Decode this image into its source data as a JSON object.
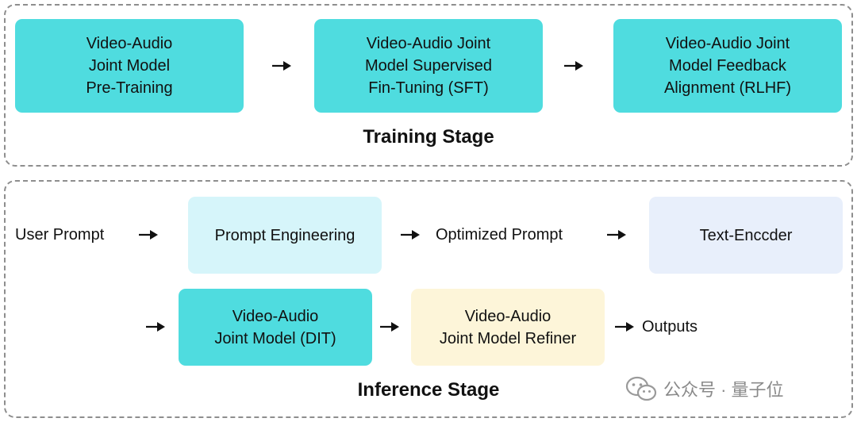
{
  "training": {
    "title": "Training Stage",
    "boxes": [
      {
        "lines": [
          "Video-Audio",
          "Joint Model",
          "Pre-Training"
        ]
      },
      {
        "lines": [
          "Video-Audio Joint",
          "Model Supervised",
          "Fin-Tuning (SFT)"
        ]
      },
      {
        "lines": [
          "Video-Audio Joint",
          "Model Feedback",
          "Alignment (RLHF)"
        ]
      }
    ]
  },
  "inference": {
    "title": "Inference Stage",
    "user_prompt": "User Prompt",
    "prompt_engineering": "Prompt Engineering",
    "optimized_prompt": "Optimized Prompt",
    "text_encoder": "Text-Enccder",
    "dit_box": {
      "lines": [
        "Video-Audio",
        "Joint Model (DIT)"
      ]
    },
    "refiner_box": {
      "lines": [
        "Video-Audio",
        "Joint Model Refiner"
      ]
    },
    "outputs": "Outputs"
  },
  "watermark": {
    "text": "公众号 · 量子位",
    "icon": "wechat-icon"
  },
  "colors": {
    "teal": "#4fdcdf",
    "light_cyan": "#d6f5fa",
    "lavender": "#e8effb",
    "cream": "#fdf5d9",
    "frame_border": "#8e8e8e"
  }
}
